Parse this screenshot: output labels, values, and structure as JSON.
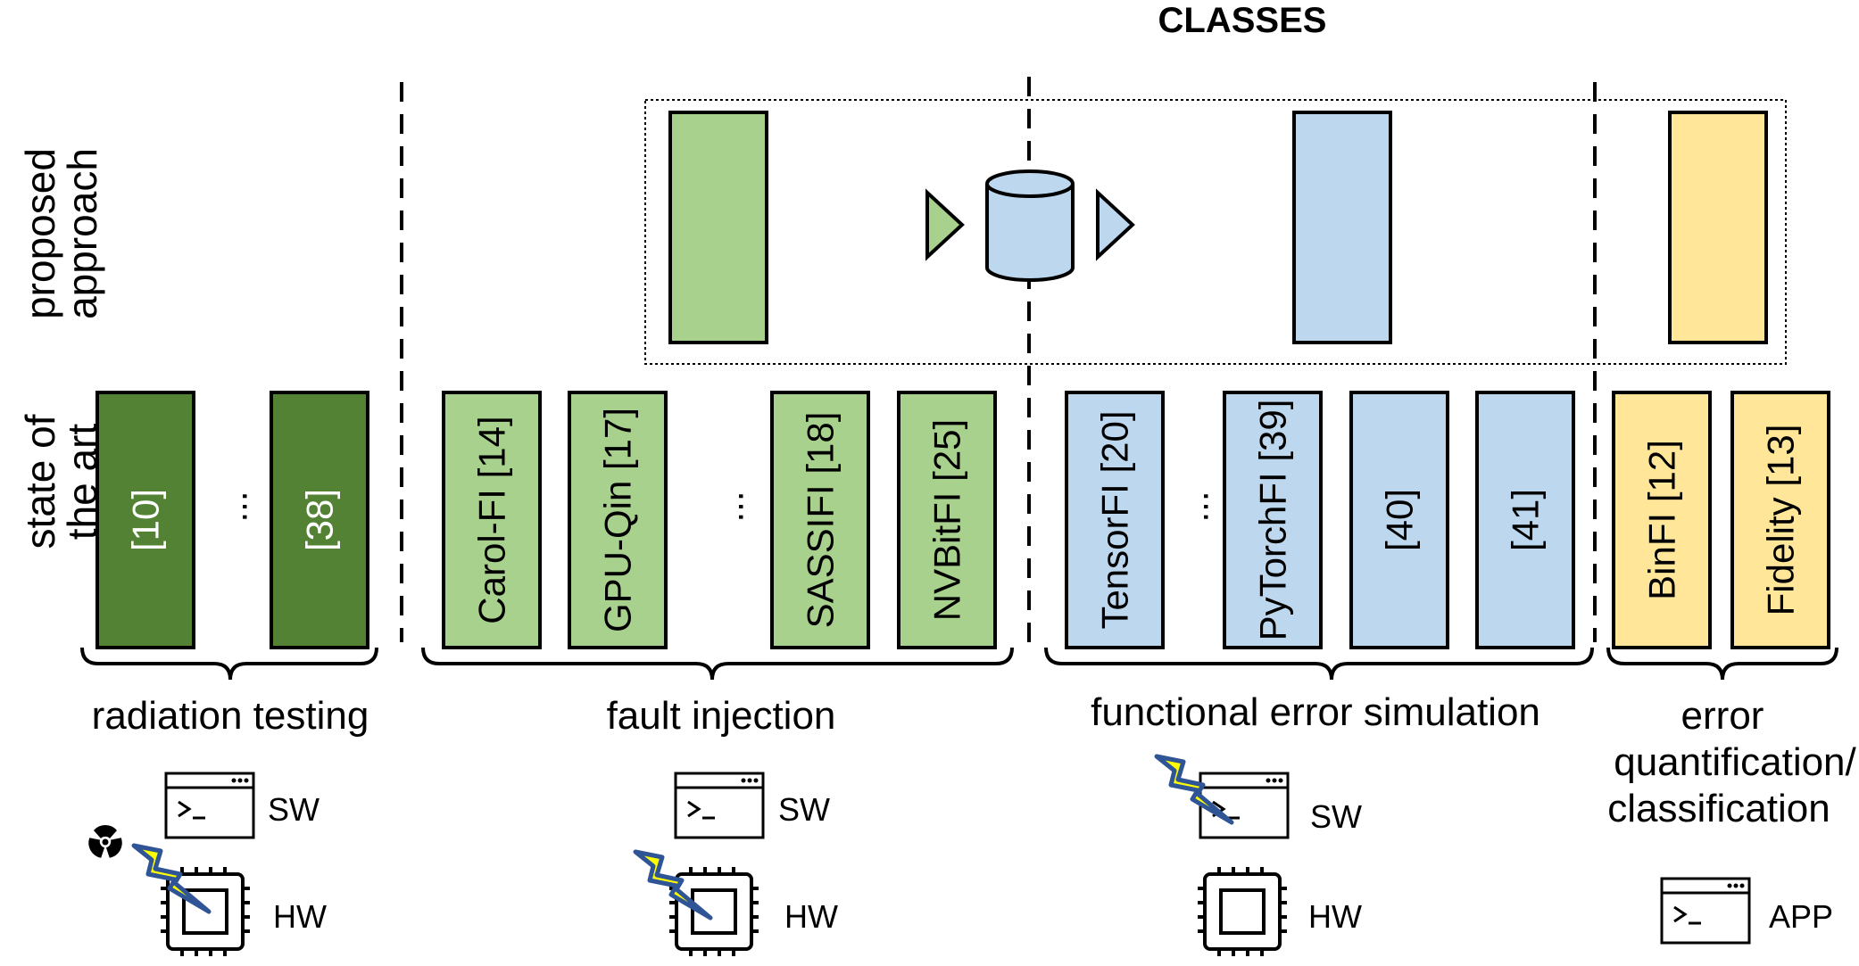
{
  "title": "CLASSES",
  "row_labels": {
    "proposed": [
      "proposed",
      "approach"
    ],
    "state": [
      "state of",
      "the art"
    ]
  },
  "colors": {
    "dark_green": "#548235",
    "light_green": "#a9d18e",
    "light_blue": "#bdd7ee",
    "yellow": "#ffe699",
    "bolt_fill": "#ffff00",
    "bolt_stroke": "#2f5597"
  },
  "bars": {
    "rad1": "[10]",
    "rad2": "[38]",
    "fi1": "Carol-FI [14]",
    "fi2": "GPU-Qin [17]",
    "fi3": "SASSIFI [18]",
    "fi4": "NVBitFI [25]",
    "fe1": "TensorFI [20]",
    "fe2": "PyTorchFI [39]",
    "fe3": "[40]",
    "fe4": "[41]",
    "eq1": "BinFI [12]",
    "eq2": "Fidelity [13]"
  },
  "ellipsis": "...",
  "classes": {
    "radiation": "radiation testing",
    "fault": "fault injection",
    "functional": "functional error simulation",
    "error": [
      "error",
      "quantification/",
      "classification"
    ]
  },
  "icon_labels": {
    "sw": "SW",
    "hw": "HW",
    "app": "APP",
    "prompt": ">_"
  }
}
